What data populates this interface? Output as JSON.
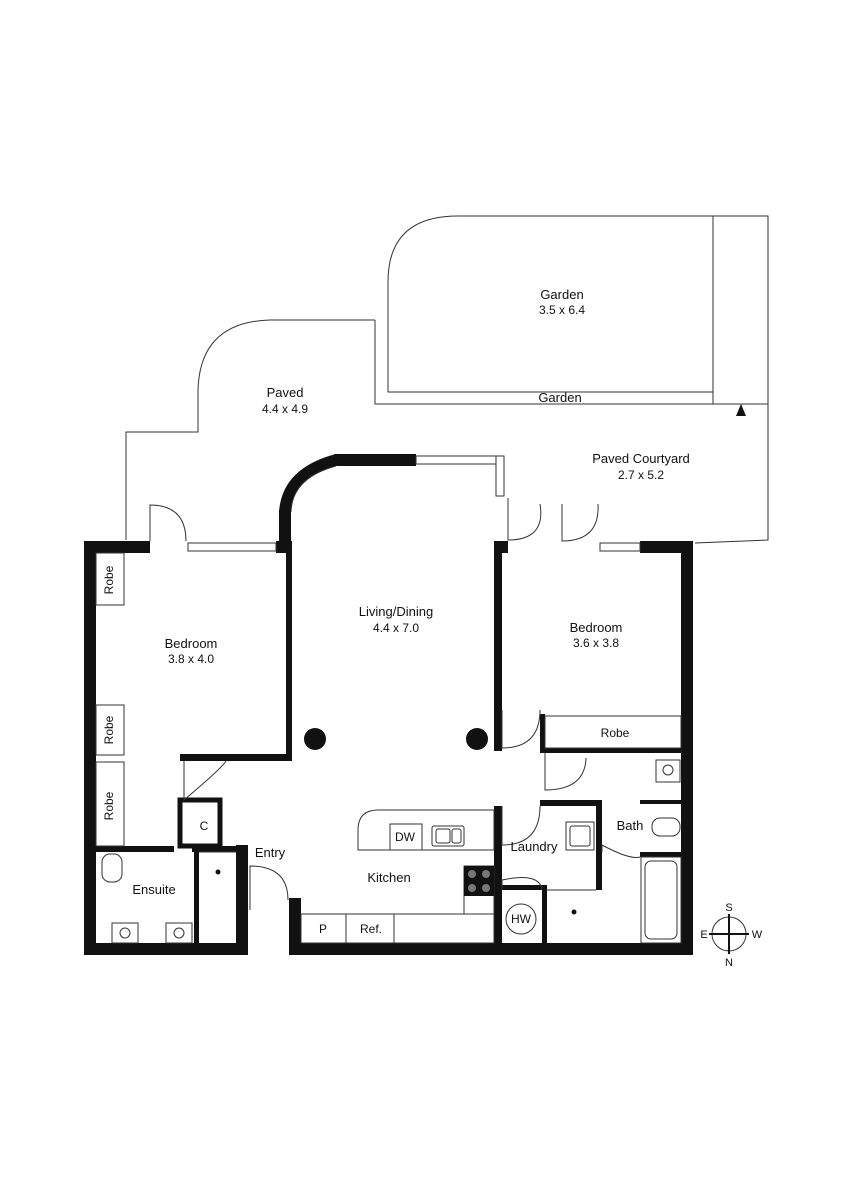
{
  "rooms": {
    "garden_main": {
      "name": "Garden",
      "dims": "3.5 x 6.4"
    },
    "garden_strip": {
      "name": "Garden"
    },
    "paved": {
      "name": "Paved",
      "dims": "4.4 x 4.9"
    },
    "courtyard": {
      "name": "Paved Courtyard",
      "dims": "2.7 x 5.2"
    },
    "living": {
      "name": "Living/Dining",
      "dims": "4.4 x 7.0"
    },
    "bedroom_left": {
      "name": "Bedroom",
      "dims": "3.8 x 4.0"
    },
    "bedroom_right": {
      "name": "Bedroom",
      "dims": "3.6 x 3.8"
    },
    "kitchen": {
      "name": "Kitchen"
    },
    "laundry": {
      "name": "Laundry"
    },
    "bath": {
      "name": "Bath"
    },
    "ensuite": {
      "name": "Ensuite"
    },
    "entry": {
      "name": "Entry"
    }
  },
  "fixtures": {
    "robe_top": "Robe",
    "robe_mid": "Robe",
    "robe_low": "Robe",
    "robe_right": "Robe",
    "cupboard": "C",
    "dishwasher": "DW",
    "pantry": "P",
    "fridge": "Ref.",
    "hot_water": "HW"
  },
  "compass": {
    "north": "N",
    "south": "S",
    "east": "E",
    "west": "W"
  },
  "colors": {
    "wall": "#111111",
    "line": "#222222",
    "background": "#ffffff"
  }
}
